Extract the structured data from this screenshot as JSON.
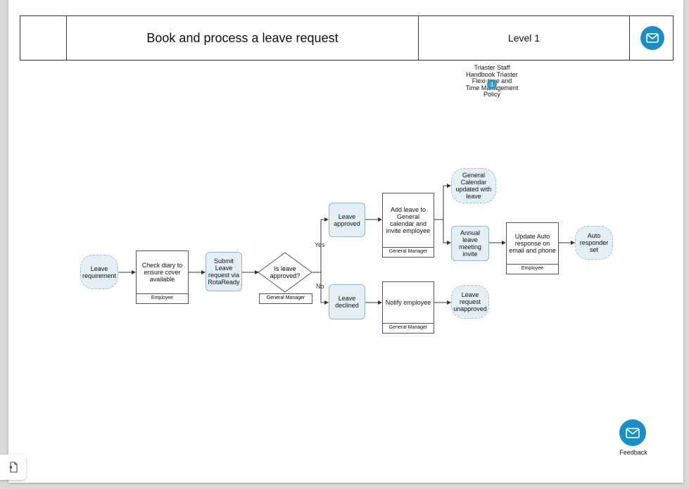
{
  "header": {
    "title": "Book and process a leave request",
    "level": "Level 1"
  },
  "reference": {
    "badge": "1",
    "text": "Triaster Staff Handbook Triaster Flexi-time and Time Management Policy"
  },
  "nodes": {
    "leave_requirement": "Leave requirement",
    "check_diary": "Check diary to ensure cover available",
    "check_diary_role": "Employee",
    "submit_request": "Submit Leave request via RotaReady",
    "decision": "Is leave approved?",
    "decision_role": "General Manager",
    "yes_label": "Yes",
    "no_label": "No",
    "leave_approved": "Leave approved",
    "leave_declined": "Leave declined",
    "add_leave": "Add leave to General calendar and invite employee",
    "add_leave_role": "General Manager",
    "notify_employee": "Notify employee",
    "notify_employee_role": "General Manager",
    "calendar_updated": "General Calendar updated with leave",
    "annual_leave_meeting": "Annual leave meeting invite",
    "update_auto": "Update Auto response on email and phone",
    "update_auto_role": "Employee",
    "auto_responder": "Auto responder set",
    "leave_unapproved": "Leave request unapproved"
  },
  "feedback": {
    "label": "Feedback"
  },
  "icons": [
    "mail-icon",
    "feedback-mail-icon",
    "document-icon"
  ],
  "colors": {
    "accent": "#1a8fc7",
    "node_fill": "#e3eef5"
  }
}
